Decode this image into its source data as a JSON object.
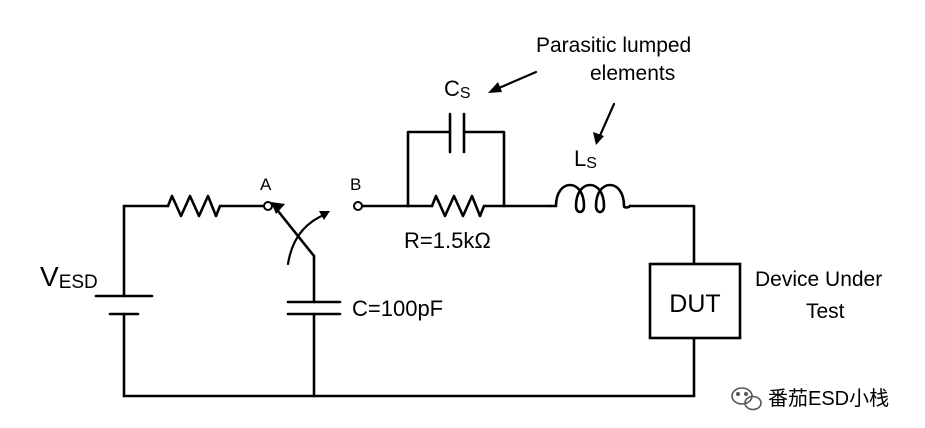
{
  "labels": {
    "vesd_main": "V",
    "vesd_sub": "ESD",
    "node_a": "A",
    "node_b": "B",
    "capacitor": "C=100pF",
    "resistor": "R=1.5kΩ",
    "cs_main": "C",
    "cs_sub": "S",
    "ls_main": "L",
    "ls_sub": "S",
    "dut": "DUT",
    "dut_desc_line1": "Device Under",
    "dut_desc_line2": "Test",
    "parasitic_line1": "Parasitic lumped",
    "parasitic_line2": "elements",
    "watermark": "番茄ESD小栈"
  },
  "colors": {
    "wire": "#000000",
    "watermark": "#333333"
  }
}
